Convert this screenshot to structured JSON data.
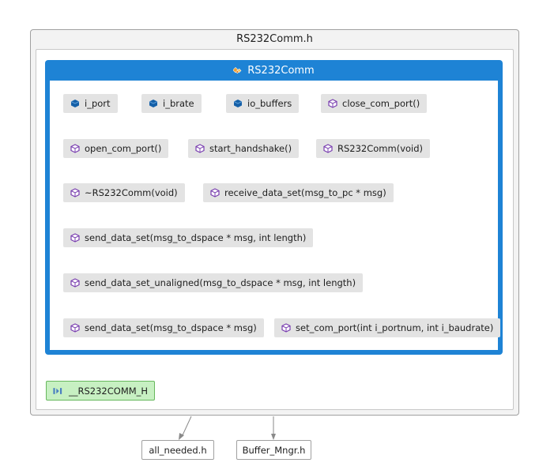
{
  "file": {
    "title": "RS232Comm.h"
  },
  "class": {
    "title": "RS232Comm"
  },
  "members": [
    {
      "kind": "field",
      "label": "i_port"
    },
    {
      "kind": "field",
      "label": "i_brate"
    },
    {
      "kind": "field",
      "label": "io_buffers"
    },
    {
      "kind": "method",
      "label": "close_com_port()"
    },
    {
      "kind": "method",
      "label": "open_com_port()"
    },
    {
      "kind": "method",
      "label": "start_handshake()"
    },
    {
      "kind": "method",
      "label": "RS232Comm(void)"
    },
    {
      "kind": "method",
      "label": "~RS232Comm(void)"
    },
    {
      "kind": "method",
      "label": "receive_data_set(msg_to_pc * msg)"
    },
    {
      "kind": "method",
      "label": "send_data_set(msg_to_dspace * msg, int length)"
    },
    {
      "kind": "method",
      "label": "send_data_set_unaligned(msg_to_dspace * msg, int length)"
    },
    {
      "kind": "method",
      "label": "send_data_set(msg_to_dspace * msg)"
    },
    {
      "kind": "method",
      "label": "set_com_port(int i_portnum, int i_baudrate)"
    }
  ],
  "macro": {
    "label": "__RS232COMM_H"
  },
  "includes": [
    {
      "label": "all_needed.h"
    },
    {
      "label": "Buffer_Mngr.h"
    }
  ],
  "colors": {
    "class_header": "#1e83d5",
    "member_bg": "#e3e3e3",
    "field_icon": "#1560a8",
    "method_icon": "#7a3fb0",
    "macro_bg": "#c7f0c2",
    "macro_border": "#68b85e"
  },
  "icons": {
    "class": "class-icon",
    "field": "field-icon",
    "method": "method-icon",
    "macro": "macro-icon"
  }
}
